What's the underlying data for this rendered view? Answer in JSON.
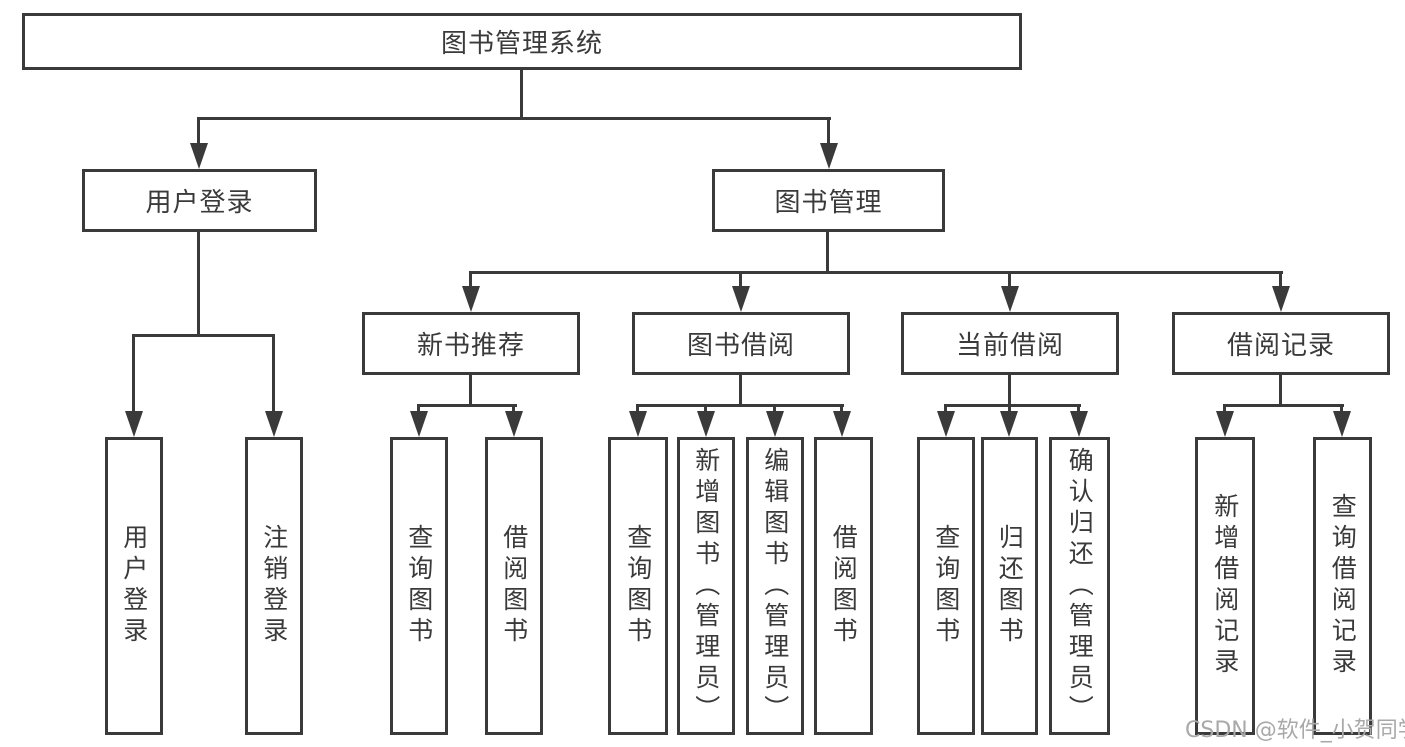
{
  "diagram": {
    "type": "hierarchy-tree",
    "orientation": "top-down",
    "colors": {
      "background": "#ffffff",
      "box_border": "#3a3a3a",
      "connector_line": "#3a3a3a",
      "text": "#3a3a3a",
      "watermark_text": "#a9a9a9"
    }
  },
  "tree": {
    "label": "图书管理系统",
    "children": [
      {
        "label": "用户登录",
        "children": [
          {
            "label": "用户登录"
          },
          {
            "label": "注销登录"
          }
        ]
      },
      {
        "label": "图书管理",
        "children": [
          {
            "label": "新书推荐",
            "children": [
              {
                "label": "查询图书"
              },
              {
                "label": "借阅图书"
              }
            ]
          },
          {
            "label": "图书借阅",
            "children": [
              {
                "label": "查询图书"
              },
              {
                "label": "新增图书（管理员）"
              },
              {
                "label": "编辑图书（管理员）"
              },
              {
                "label": "借阅图书"
              }
            ]
          },
          {
            "label": "当前借阅",
            "children": [
              {
                "label": "查询图书"
              },
              {
                "label": "归还图书"
              },
              {
                "label": "确认归还（管理员）"
              }
            ]
          },
          {
            "label": "借阅记录",
            "children": [
              {
                "label": "新增借阅记录"
              },
              {
                "label": "查询借阅记录"
              }
            ]
          }
        ]
      }
    ]
  },
  "watermark": {
    "text": "CSDN @软件_小贺同学"
  }
}
